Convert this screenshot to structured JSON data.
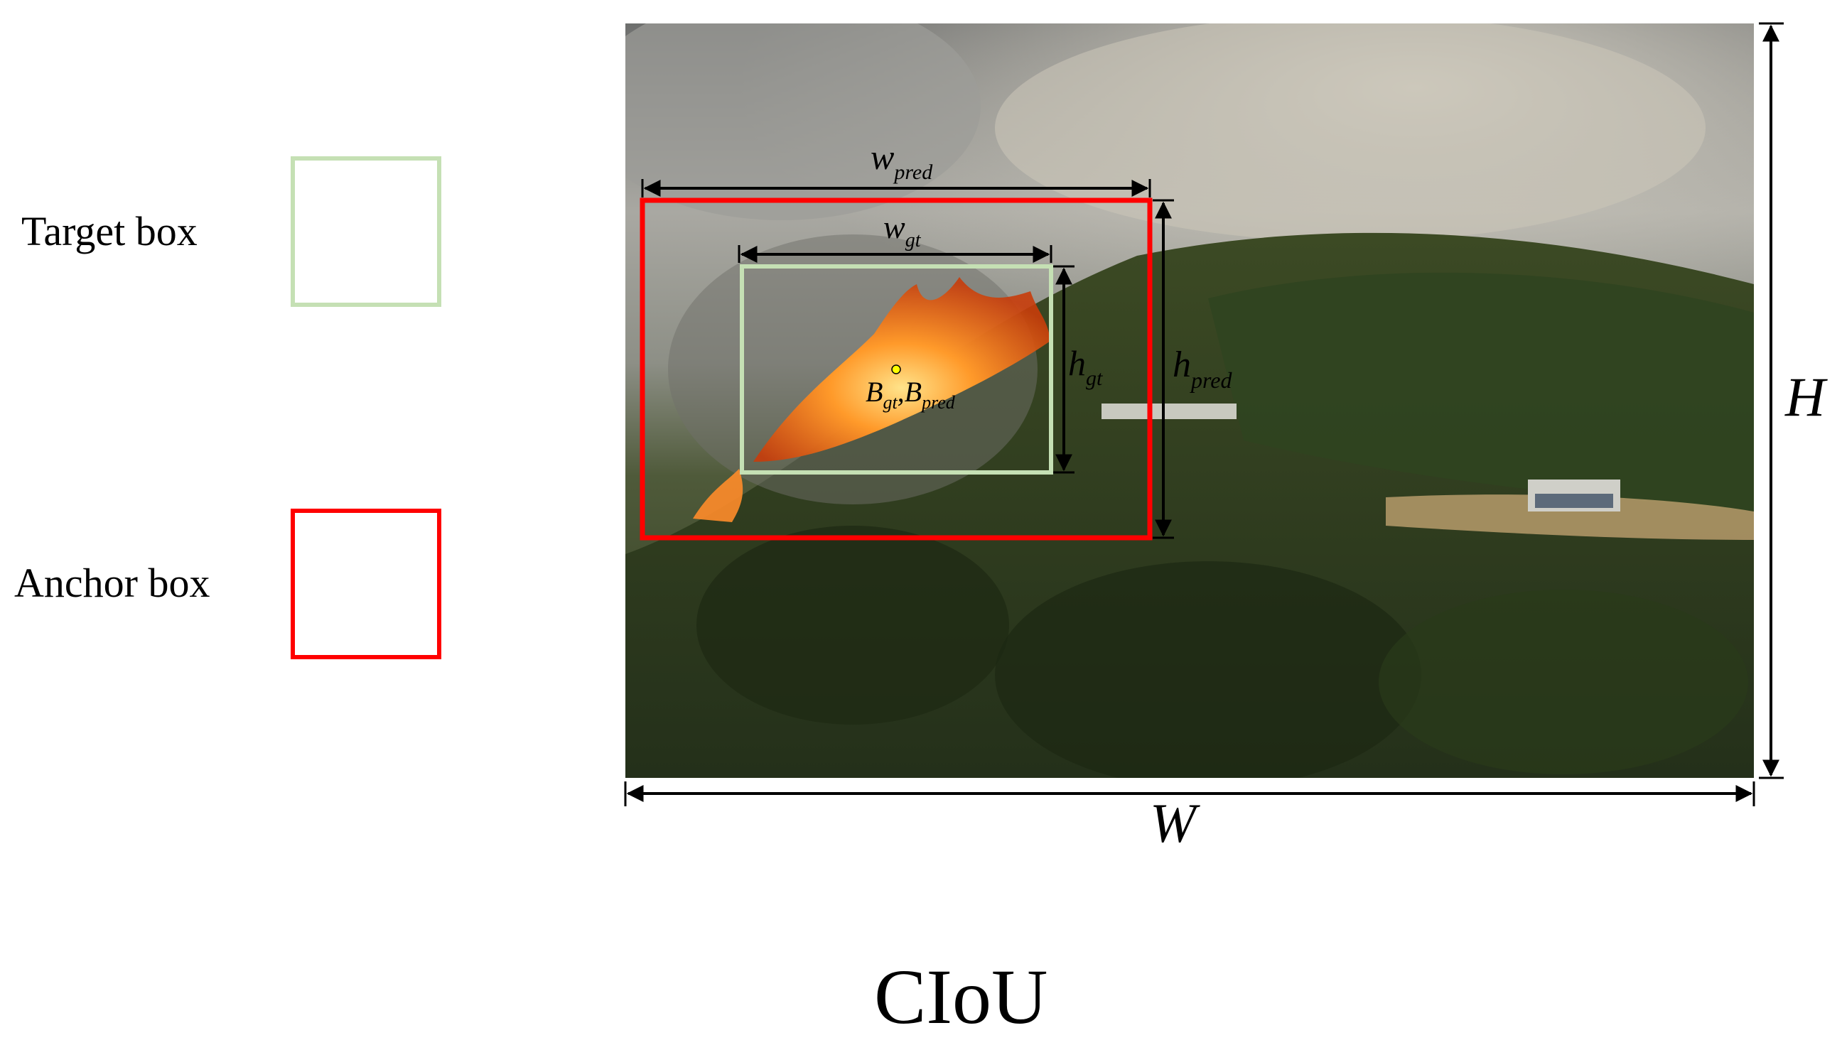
{
  "legend": {
    "target_label": "Target box",
    "anchor_label": "Anchor box"
  },
  "labels": {
    "w_pred": {
      "base": "w",
      "sub": "pred"
    },
    "w_gt": {
      "base": "w",
      "sub": "gt"
    },
    "h_gt": {
      "base": "h",
      "sub": "gt"
    },
    "h_pred": {
      "base": "h",
      "sub": "pred"
    },
    "centers": {
      "b1": "B",
      "b1_sub": "gt",
      "sep": ",",
      "b2": "B",
      "b2_sub": "pred"
    },
    "H": "H",
    "W": "W"
  },
  "title": "CIoU",
  "colors": {
    "target_box": "#c5e0b4",
    "anchor_box": "#ff0000",
    "center_point": "#ffff00",
    "arrows": "#000000"
  },
  "photo": {
    "description_icon": "wildfire-hillside-photo"
  }
}
